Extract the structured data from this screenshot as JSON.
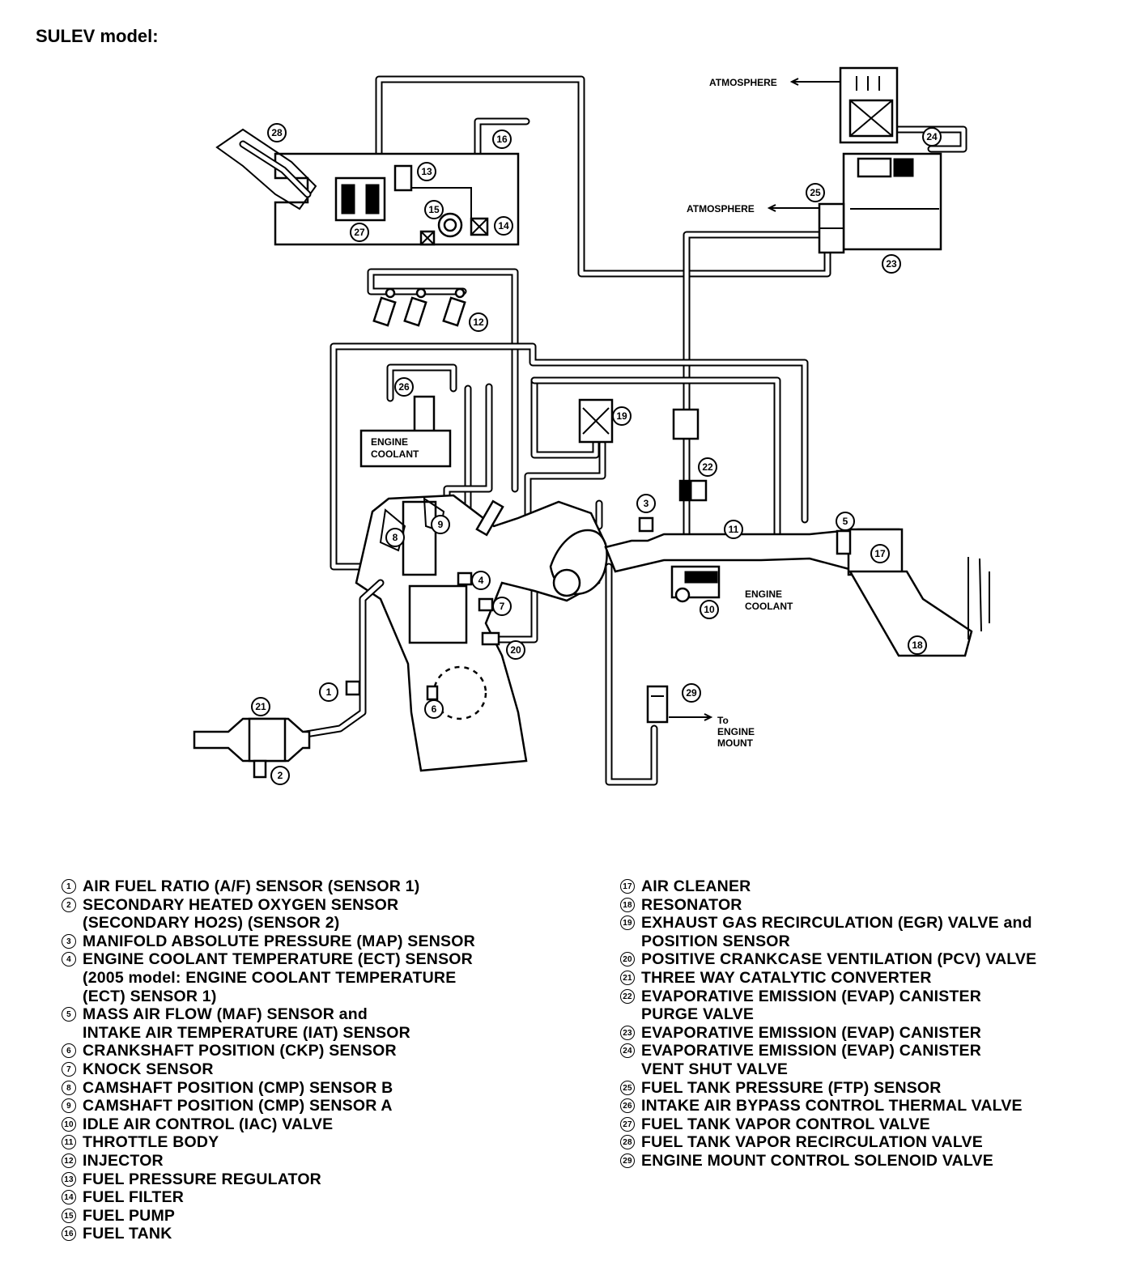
{
  "title": "SULEV model:",
  "labels": {
    "atmosphere_top": "ATMOSPHERE",
    "atmosphere_mid": "ATMOSPHERE",
    "engine_coolant_box": [
      "ENGINE",
      "COOLANT"
    ],
    "engine_coolant_iac": [
      "ENGINE",
      "COOLANT"
    ],
    "to_engine_mount": [
      "To",
      "ENGINE",
      "MOUNT"
    ]
  },
  "callouts": [
    "1",
    "2",
    "3",
    "4",
    "5",
    "6",
    "7",
    "8",
    "9",
    "10",
    "11",
    "12",
    "13",
    "14",
    "15",
    "16",
    "17",
    "18",
    "19",
    "20",
    "21",
    "22",
    "23",
    "24",
    "25",
    "26",
    "27",
    "28",
    "29"
  ],
  "legend_left": [
    {
      "num": "1",
      "text": "AIR FUEL RATIO (A/F) SENSOR (SENSOR 1)"
    },
    {
      "num": "2",
      "text": "SECONDARY HEATED OXYGEN SENSOR\n(SECONDARY HO2S) (SENSOR 2)"
    },
    {
      "num": "3",
      "text": "MANIFOLD ABSOLUTE PRESSURE (MAP) SENSOR"
    },
    {
      "num": "4",
      "text": "ENGINE COOLANT TEMPERATURE (ECT) SENSOR\n(2005 model: ENGINE COOLANT TEMPERATURE\n(ECT) SENSOR 1)"
    },
    {
      "num": "5",
      "text": "MASS AIR FLOW (MAF) SENSOR and\nINTAKE AIR TEMPERATURE (IAT) SENSOR"
    },
    {
      "num": "6",
      "text": "CRANKSHAFT POSITION (CKP) SENSOR"
    },
    {
      "num": "7",
      "text": "KNOCK SENSOR"
    },
    {
      "num": "8",
      "text": "CAMSHAFT POSITION (CMP) SENSOR B"
    },
    {
      "num": "9",
      "text": "CAMSHAFT POSITION (CMP) SENSOR A"
    },
    {
      "num": "10",
      "text": "IDLE AIR CONTROL (IAC) VALVE"
    },
    {
      "num": "11",
      "text": "THROTTLE BODY"
    },
    {
      "num": "12",
      "text": "INJECTOR"
    },
    {
      "num": "13",
      "text": "FUEL PRESSURE REGULATOR"
    },
    {
      "num": "14",
      "text": "FUEL FILTER"
    },
    {
      "num": "15",
      "text": "FUEL PUMP"
    },
    {
      "num": "16",
      "text": "FUEL TANK"
    }
  ],
  "legend_right": [
    {
      "num": "17",
      "text": "AIR CLEANER"
    },
    {
      "num": "18",
      "text": "RESONATOR"
    },
    {
      "num": "19",
      "text": "EXHAUST GAS RECIRCULATION (EGR) VALVE and\nPOSITION SENSOR"
    },
    {
      "num": "20",
      "text": "POSITIVE CRANKCASE VENTILATION (PCV) VALVE"
    },
    {
      "num": "21",
      "text": "THREE WAY CATALYTIC CONVERTER"
    },
    {
      "num": "22",
      "text": "EVAPORATIVE EMISSION (EVAP) CANISTER\nPURGE VALVE"
    },
    {
      "num": "23",
      "text": "EVAPORATIVE EMISSION (EVAP) CANISTER"
    },
    {
      "num": "24",
      "text": "EVAPORATIVE EMISSION (EVAP) CANISTER\nVENT SHUT VALVE"
    },
    {
      "num": "25",
      "text": "FUEL TANK PRESSURE (FTP) SENSOR"
    },
    {
      "num": "26",
      "text": "INTAKE AIR BYPASS CONTROL THERMAL VALVE"
    },
    {
      "num": "27",
      "text": "FUEL TANK VAPOR CONTROL VALVE"
    },
    {
      "num": "28",
      "text": "FUEL TANK VAPOR RECIRCULATION VALVE"
    },
    {
      "num": "29",
      "text": "ENGINE MOUNT CONTROL SOLENOID VALVE"
    }
  ]
}
